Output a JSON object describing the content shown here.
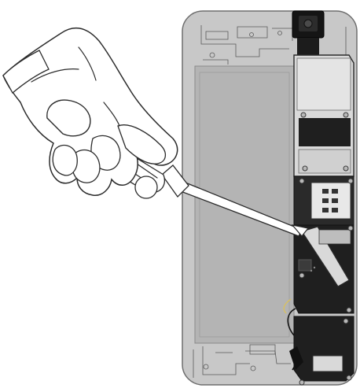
{
  "illustration": {
    "subject": "phone-teardown-step",
    "tool": "spudger-screwdriver",
    "action": "pry-cable-connector",
    "colors": {
      "phone_body": "#c8c8c8",
      "phone_outline": "#6e6e6e",
      "inner_panel": "#b4b4b4",
      "dark_component": "#1f1f1f",
      "metal_shield": "#d9d9d9",
      "glove": "#ffffff",
      "glove_outline": "#2b2b2b",
      "tool_shaft": "#ffffff"
    }
  }
}
